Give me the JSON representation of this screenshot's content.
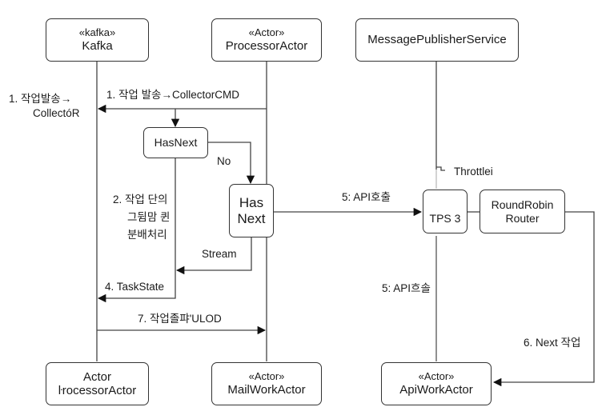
{
  "diagram": {
    "type": "sequence-flow",
    "participants_top": [
      {
        "id": "kafka",
        "stereotype": "«kafka»",
        "name": "Kafka"
      },
      {
        "id": "processor",
        "stereotype": "«Actor»",
        "name": "ProcessorActor"
      },
      {
        "id": "publisher",
        "stereotype": "",
        "name": "MessagePublisherService"
      }
    ],
    "participants_bottom": [
      {
        "id": "kafka-bottom",
        "stereotype": "Actor",
        "name": "ŀrocessorActor"
      },
      {
        "id": "mail",
        "stereotype": "«Actor»",
        "name": "MailWorkActor"
      },
      {
        "id": "api",
        "stereotype": "«Actor»",
        "name": "ApiWorkActor"
      }
    ],
    "nodes": {
      "hasnext_small": "HasNext",
      "hasnext_big_line1": "Has",
      "hasnext_big_line2": "Next",
      "throttle_box": "TPS 3",
      "router_line1": "RoundRobin",
      "router_line2": "Router"
    },
    "labels": {
      "side_send_line1": "1. 작업발송→",
      "side_send_line2": "CollectóR",
      "send_cmd": "1.  작업 발송→CollectorCMD",
      "no": "No",
      "split_line1": "2. 작업 단의",
      "split_line2": "그뒴맘 퀸",
      "split_line3": "분배처리",
      "stream": "Stream",
      "taskstate": "4. TaskState",
      "result": "7. 작업졸퍄'ULOD",
      "api_call": "5: API호출",
      "api_call_lower": "5: API흐솔",
      "throttle": "Throttlei",
      "next_job": "6. Next 작업"
    }
  }
}
